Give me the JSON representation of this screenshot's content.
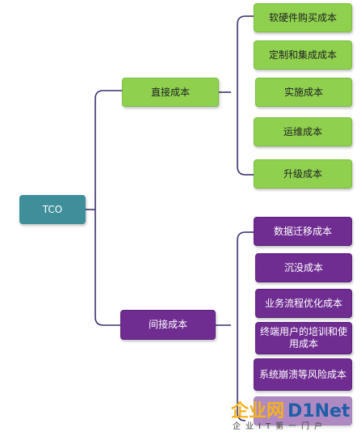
{
  "root": {
    "label": "TCO"
  },
  "branches": {
    "direct": {
      "label": "直接成本",
      "items": [
        "软硬件购买成本",
        "定制和集成成本",
        "实施成本",
        "运维成本",
        "升级成本"
      ]
    },
    "indirect": {
      "label": "间接成本",
      "items": [
        "数据迁移成本",
        "沉没成本",
        "业务流程优化成本",
        "终端用户的培训和使用成本",
        "系统崩溃等风险成本"
      ]
    }
  },
  "colors": {
    "root": "#3f8f9b",
    "direct": "#8fd14f",
    "indirect": "#6f2c91",
    "connector": "#3b3270"
  },
  "watermark": {
    "brand": "企业网",
    "logo": "D1Net",
    "subtitle": "企业IT第一门户"
  }
}
